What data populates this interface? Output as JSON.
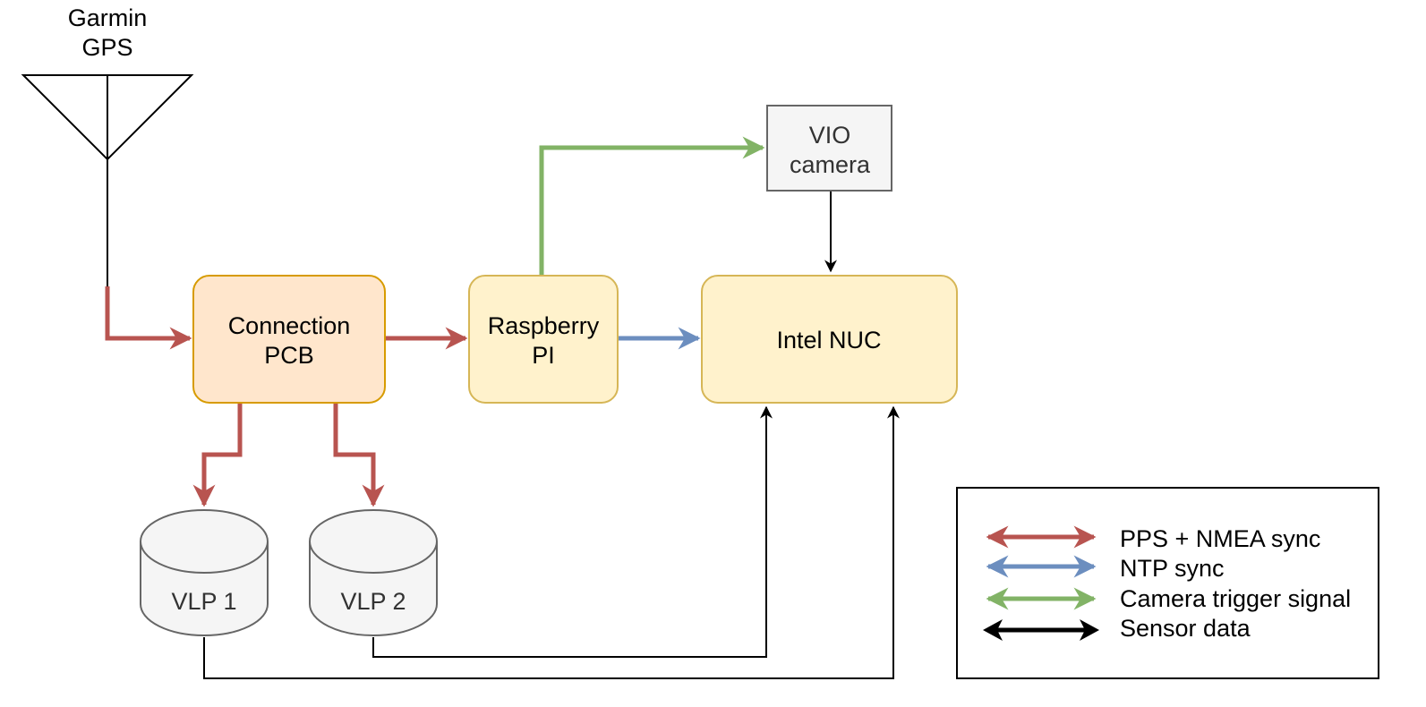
{
  "diagram": {
    "nodes": {
      "gps": {
        "line1": "Garmin",
        "line2": "GPS"
      },
      "pcb": {
        "line1": "Connection",
        "line2": "PCB"
      },
      "rpi": {
        "line1": "Raspberry",
        "line2": "PI"
      },
      "nuc": {
        "label": "Intel NUC"
      },
      "vio": {
        "line1": "VIO",
        "line2": "camera"
      },
      "vlp1": {
        "label": "VLP 1"
      },
      "vlp2": {
        "label": "VLP 2"
      }
    },
    "legend": [
      {
        "label": "PPS + NMEA sync",
        "color": "#b85450"
      },
      {
        "label": "NTP sync",
        "color": "#6c8ebf"
      },
      {
        "label": "Camera trigger signal",
        "color": "#82b366"
      },
      {
        "label": "Sensor data",
        "color": "#000000"
      }
    ]
  }
}
